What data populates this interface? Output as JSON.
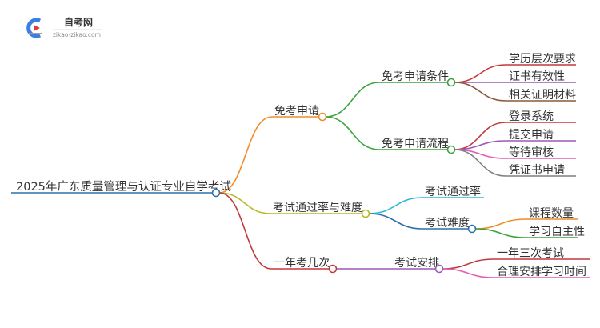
{
  "logo": {
    "title": "自考网",
    "subtitle": "zikao-zikao.com",
    "colors": {
      "blue": "#3d7fe0",
      "red": "#e23b30",
      "gray": "#9aa3ad"
    }
  },
  "mindmap": {
    "root": {
      "label": "2025年广东质量管理与认证专业自学考试",
      "color": "#2f6fa8"
    },
    "branches": [
      {
        "label": "免考申请",
        "color": "#f08c28",
        "children": [
          {
            "label": "免考申请条件",
            "color": "#3da33d",
            "children": [
              {
                "label": "学历层次要求",
                "color": "#c0393b"
              },
              {
                "label": "证书有效性",
                "color": "#9b59b6"
              },
              {
                "label": "相关证明材料",
                "color": "#8b5a3c"
              }
            ]
          },
          {
            "label": "免考申请流程",
            "color": "#3da33d",
            "children": [
              {
                "label": "登录系统",
                "color": "#c0393b"
              },
              {
                "label": "提交申请",
                "color": "#9b59b6"
              },
              {
                "label": "等待审核",
                "color": "#e05fb0"
              },
              {
                "label": "凭证书申请",
                "color": "#7f7f7f"
              }
            ]
          }
        ]
      },
      {
        "label": "考试通过率与难度",
        "color": "#b8b81e",
        "children": [
          {
            "label": "考试通过率",
            "color": "#29b8d6",
            "children": []
          },
          {
            "label": "考试难度",
            "color": "#2f6fa8",
            "children": [
              {
                "label": "课程数量",
                "color": "#f08c28"
              },
              {
                "label": "学习自主性",
                "color": "#3da33d"
              }
            ]
          }
        ]
      },
      {
        "label": "一年考几次",
        "color": "#c0393b",
        "children": [
          {
            "label": "考试安排",
            "color": "#9b59b6",
            "children": [
              {
                "label": "一年三次考试",
                "color": "#c0393b"
              },
              {
                "label": "合理安排学习时间",
                "color": "#e05fb0"
              }
            ]
          }
        ]
      }
    ]
  }
}
